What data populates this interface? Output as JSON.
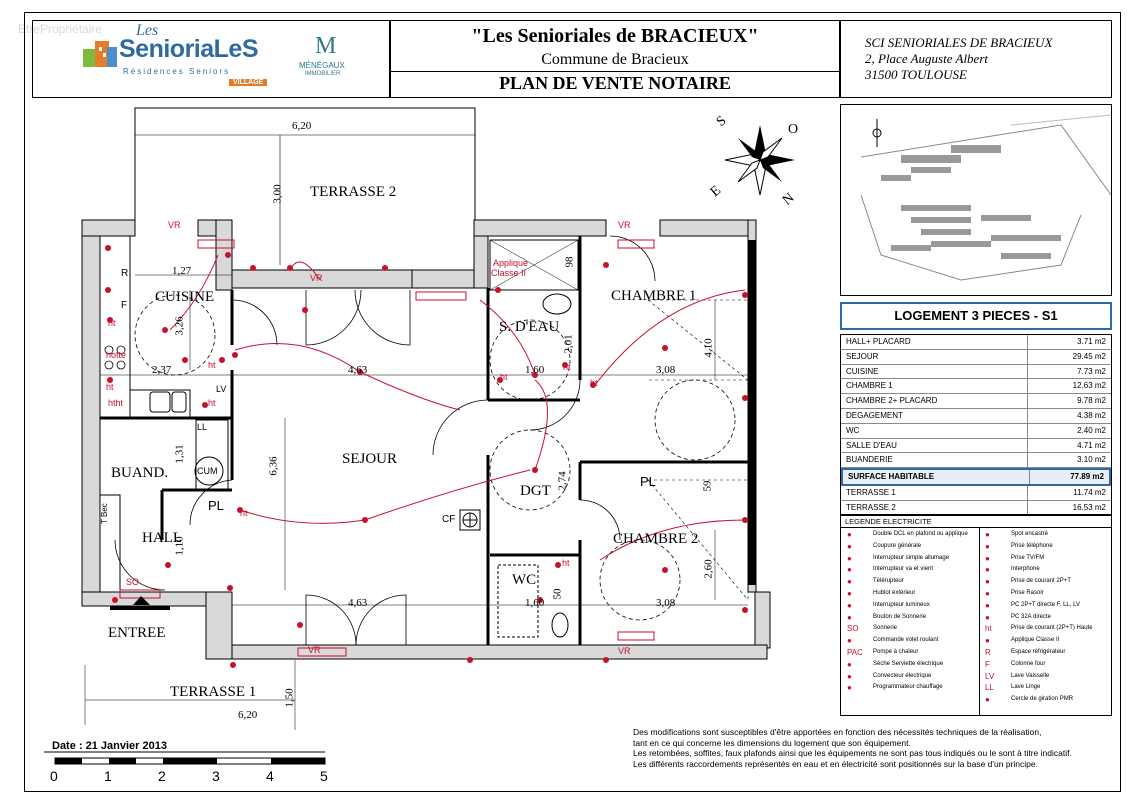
{
  "header": {
    "logo_text": "SenioriaLeS",
    "logo_prefix": "Les",
    "logo_sub": "Résidences Seniors",
    "logo_tag": "VILLAGE",
    "partner_logo_letter": "M",
    "partner_logo_name": "MÉNÉGAUX",
    "partner_logo_sub": "IMMOBILIER",
    "title": "\"Les Senioriales de BRACIEUX\"",
    "commune": "Commune de Bracieux",
    "plan_title": "PLAN DE VENTE NOTAIRE",
    "sci_name": "SCI  SENIORIALES DE BRACIEUX",
    "sci_address1": "2, Place Auguste Albert",
    "sci_address2": "31500 TOULOUSE"
  },
  "watermark": "EtrePropriétaire",
  "compass": {
    "s": "S",
    "o": "O",
    "e": "E",
    "n": "N"
  },
  "rooms": {
    "terrasse2": "TERRASSE 2",
    "cuisine": "CUISINE",
    "sejour": "SEJOUR",
    "sdeau": "S. D'EAU",
    "chambre1": "CHAMBRE 1",
    "buand": "BUAND.",
    "hall": "HALL",
    "dgt": "DGT",
    "wc": "WC",
    "chambre2": "CHAMBRE 2",
    "terrasse1": "TERRASSE 1",
    "entree": "ENTREE"
  },
  "dims": {
    "t2_width": "6,20",
    "t2_depth": "3,00",
    "cuisine_w": "1,27",
    "cuisine_h": "3,26",
    "cuisine_w2": "2,37",
    "sejour_w": "4,63",
    "sejour_h": "6,36",
    "sejour_w2": "4,63",
    "sdeau_h": "2,01",
    "sdeau_w": "1,60",
    "sdeau_top": "98",
    "ch1_w": "3,08",
    "ch1_h": "4,10",
    "buand_h": "1,31",
    "hall_h": "1,10",
    "dgt_h": "2,74",
    "wc_w": "1,60",
    "wc_h": "50",
    "ch2_w": "3,08",
    "ch2_h": "2,60",
    "ch2_top": "59",
    "t1_w": "6,20",
    "t1_h": "1,50"
  },
  "plan_labels": {
    "vr1": "VR",
    "vr2": "VR",
    "vr3": "VR",
    "vr4": "VR",
    "vr5": "VR",
    "applique": "Applique",
    "classe2": "Classe II",
    "ht_list": [
      "ht",
      "ht",
      "ht",
      "htht",
      "ht",
      "ht",
      "ht",
      "ht",
      "ht",
      "ht"
    ],
    "hotte": "hotte",
    "r": "R",
    "f": "F",
    "lv": "LV",
    "ll": "LL",
    "cum": "CUM",
    "pl1": "PL",
    "pl2": "PL",
    "tbec": "T Bec",
    "so": "SO",
    "cf": "CF"
  },
  "surface": {
    "title": "LOGEMENT 3 PIECES - S1",
    "rows": [
      {
        "label": "HALL+ PLACARD",
        "value": "3.71 m2"
      },
      {
        "label": "SEJOUR",
        "value": "29.45 m2"
      },
      {
        "label": "CUISINE",
        "value": "7.73 m2"
      },
      {
        "label": "CHAMBRE 1",
        "value": "12.63 m2"
      },
      {
        "label": "CHAMBRE 2+ PLACARD",
        "value": "9.78 m2"
      },
      {
        "label": "DEGAGEMENT",
        "value": "4.38 m2"
      },
      {
        "label": "WC",
        "value": "2.40 m2"
      },
      {
        "label": "SALLE D'EAU",
        "value": "4.71 m2"
      },
      {
        "label": "BUANDERIE",
        "value": "3.10 m2"
      }
    ],
    "total": {
      "label": "SURFACE HABITABLE",
      "value": "77.89 m2"
    },
    "extra": [
      {
        "label": "TERRASSE 1",
        "value": "11.74 m2"
      },
      {
        "label": "TERRASSE 2",
        "value": "16.53 m2"
      }
    ]
  },
  "legend": {
    "title": "LEGENDE ELECTRICITE",
    "left": [
      "Double DCL en plafond ou applique",
      "Coupure générale",
      "Interrupteur simple allumage",
      "Interrupteur va et vient",
      "Télérupteur",
      "Hublot extérieur",
      "Interrupteur lumineux",
      "Bouton de Sonnerie",
      "Sonnerie",
      "Commande volet roulant",
      "Pompe à chaleur",
      "Sèche Serviette électrique",
      "Convecteur électrique",
      "Programmateur chauffage"
    ],
    "left_codes": [
      "",
      "",
      "",
      "",
      "",
      "",
      "",
      "",
      "SO",
      "",
      "PAC",
      "",
      "",
      ""
    ],
    "right": [
      "Spot encastré",
      "Prise téléphone",
      "Prise TV/FM",
      "Interphone",
      "Prise de courant 2P+T",
      "Prise Rasoir",
      "PC 2P+T directe F, LL, LV",
      "PC 32A directe",
      "Prise de courant (2P+T) Haute",
      "Applique Classe II",
      "Espace réfrigérateur",
      "Colonne four",
      "Lave Vaisselle",
      "Lave Linge",
      "Cercle de giration PMR"
    ],
    "right_codes": [
      "",
      "",
      "",
      "",
      "",
      "",
      "",
      "",
      "ht",
      "",
      "R",
      "F",
      "LV",
      "LL",
      ""
    ]
  },
  "footer": {
    "notes": [
      "Des modifications sont susceptibles d'être  apportées en fonction des nécessités techniques de la réalisation,",
      "tant en ce qui concerne les dimensions du logement que son équipement.",
      "Les retombées, soffites, faux plafonds ainsi que les équipements ne sont pas tous indiqués ou le sont à titre indicatif.",
      "Les différents raccordements représentés en eau et en électricité sont positionnés sur la base d'un principe."
    ],
    "date": "Date : 21 Janvier 2013",
    "scale": [
      "0",
      "1",
      "2",
      "3",
      "4",
      "5"
    ]
  }
}
